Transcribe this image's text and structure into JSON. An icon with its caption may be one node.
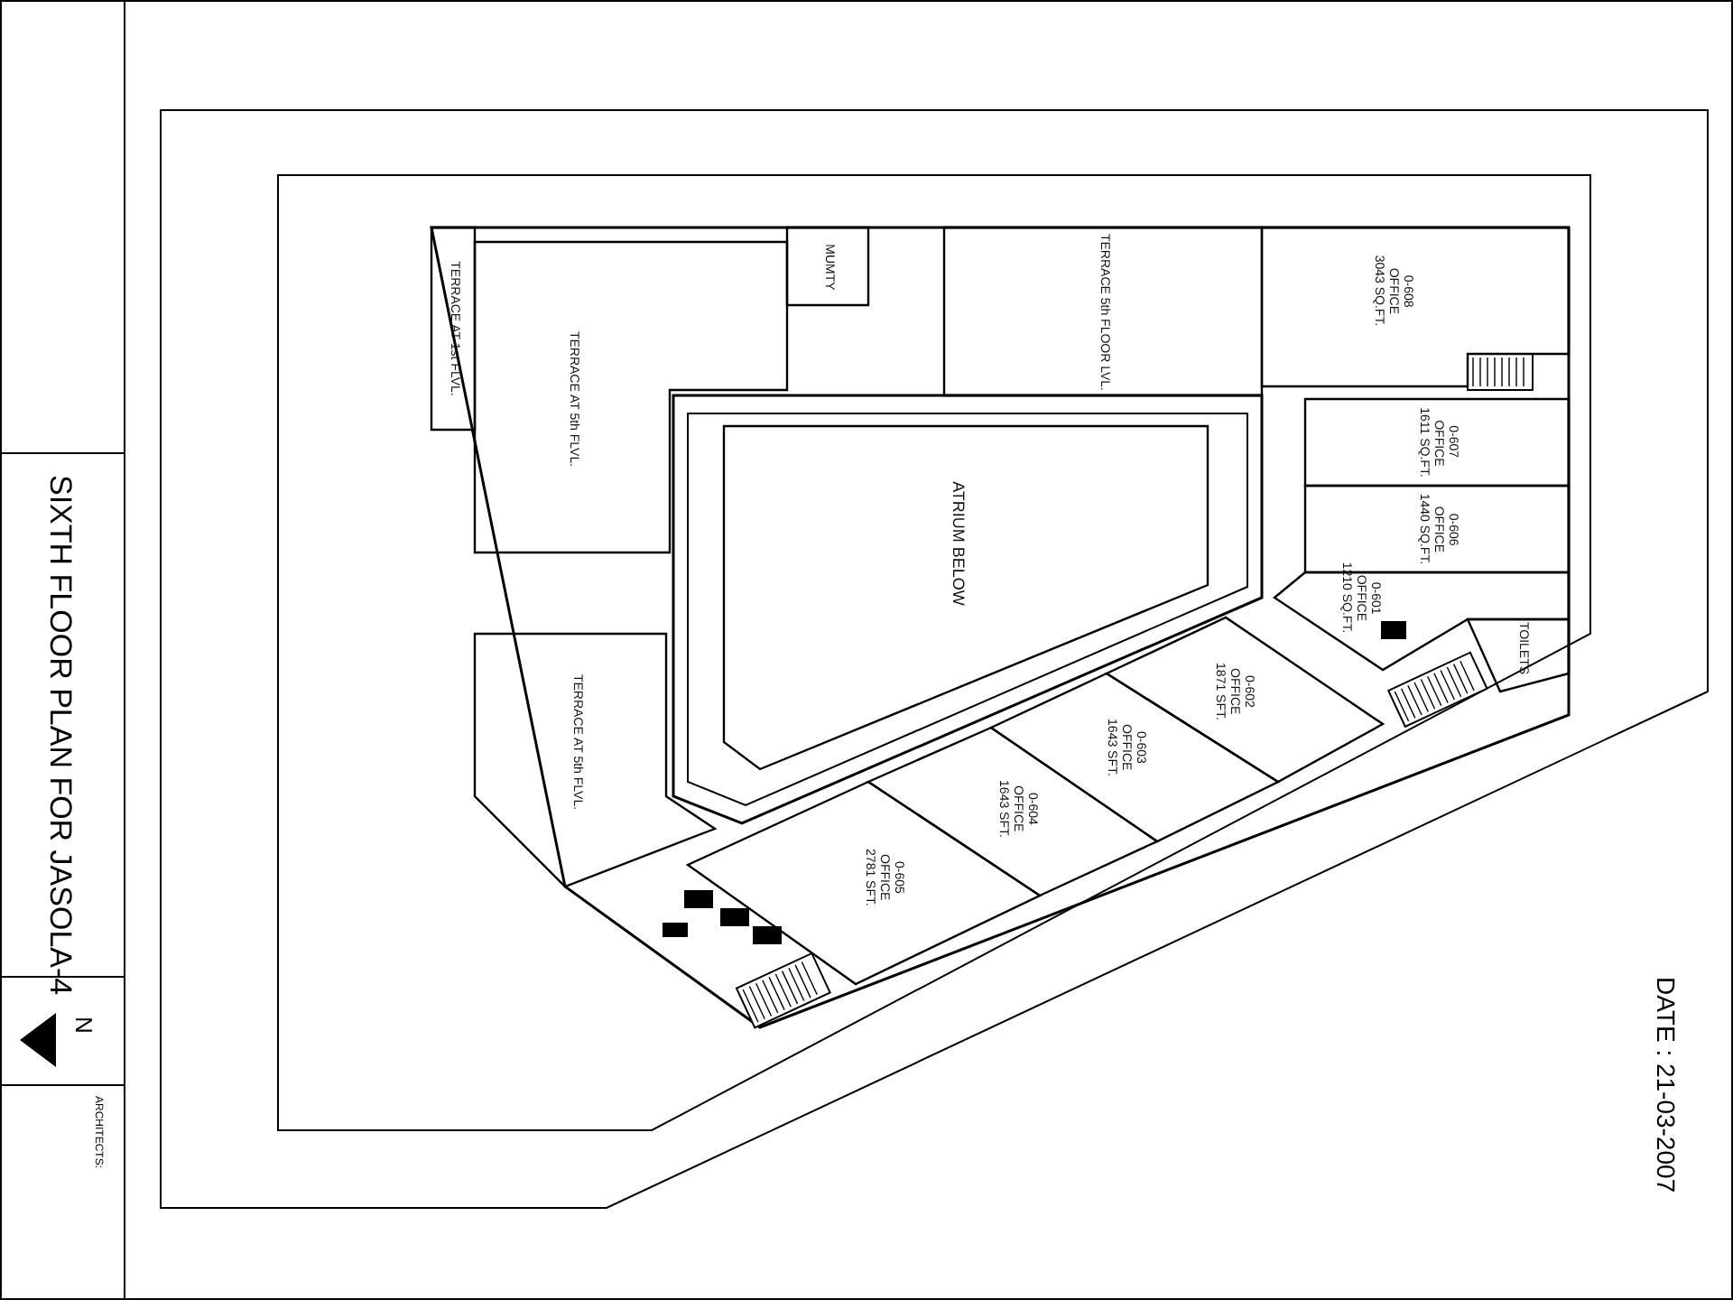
{
  "diagram": {
    "title": "SIXTH FLOOR PLAN FOR JASOLA-4",
    "nodes": [
      {
        "text": [
          "TERRACE AT 1st FLVL."
        ]
      },
      {
        "text": [
          "TERRACE AT 5th FLVL."
        ]
      },
      {
        "text": [
          "MUMTY"
        ]
      },
      {
        "text": [
          "TERRACE 5th FLOOR LVL."
        ]
      },
      {
        "text": [
          "0-608",
          "OFFICE",
          "3043 SQ.FT."
        ]
      },
      {
        "text": [
          "ATRIUM BELOW"
        ]
      },
      {
        "text": [
          "0-607",
          "OFFICE",
          "1611 SQ.FT."
        ]
      },
      {
        "text": [
          "0-606",
          "OFFICE",
          "1440 SQ.FT."
        ]
      },
      {
        "text": [
          "0-601",
          "OFFICE",
          "1210 SQ.FT."
        ]
      },
      {
        "text": [
          "TOILETS"
        ]
      },
      {
        "text": [
          "TERRACE AT 5th FLVL."
        ]
      },
      {
        "text": [
          "0-602",
          "OFFICE",
          "1871 SFT."
        ]
      },
      {
        "text": [
          "0-603",
          "OFFICE",
          "1643 SFT."
        ]
      },
      {
        "text": [
          "0-604",
          "OFFICE",
          "1643 SFT."
        ]
      },
      {
        "text": [
          "0-605",
          "OFFICE",
          "2781 SFT."
        ]
      }
    ],
    "labels": [
      "N",
      "ARCHITECTS:",
      "DATE : 21-03-2007"
    ]
  }
}
